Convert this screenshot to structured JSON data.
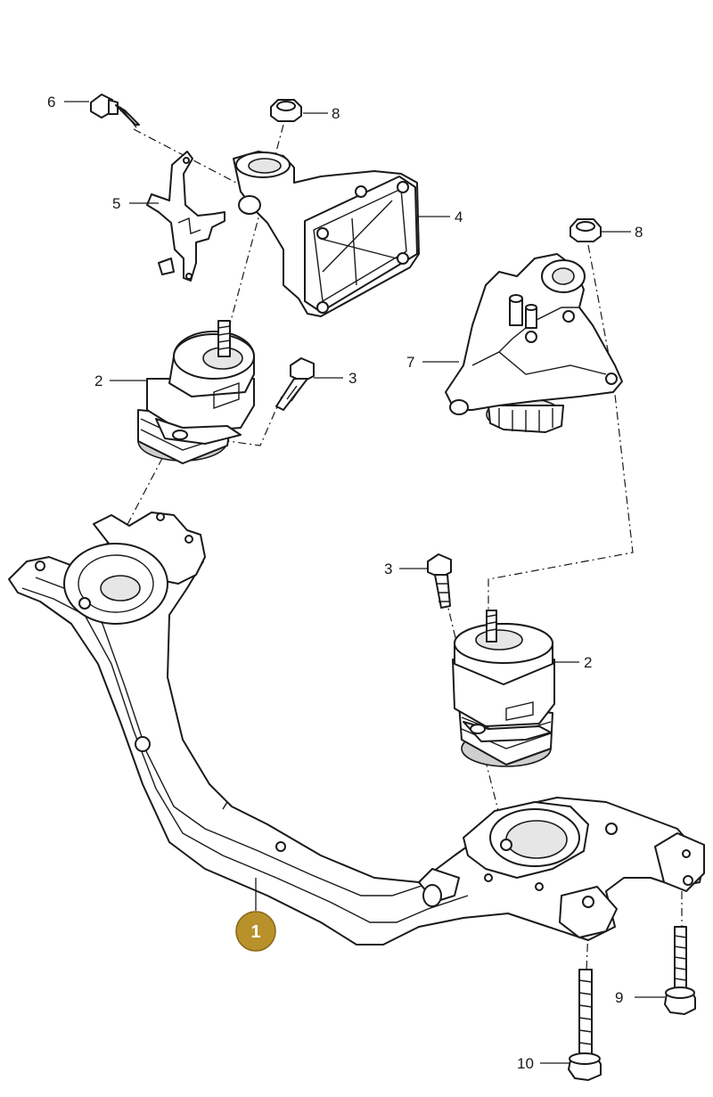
{
  "callouts": {
    "c6": "6",
    "c8_top": "8",
    "c5": "5",
    "c4": "4",
    "c8_right": "8",
    "c7": "7",
    "c2_left": "2",
    "c3_left": "3",
    "c3_right": "3",
    "c2_right": "2",
    "c9": "9",
    "c10": "10",
    "c1": "1"
  },
  "colors": {
    "badge": "#b8912a",
    "line": "#1a1a1a"
  }
}
